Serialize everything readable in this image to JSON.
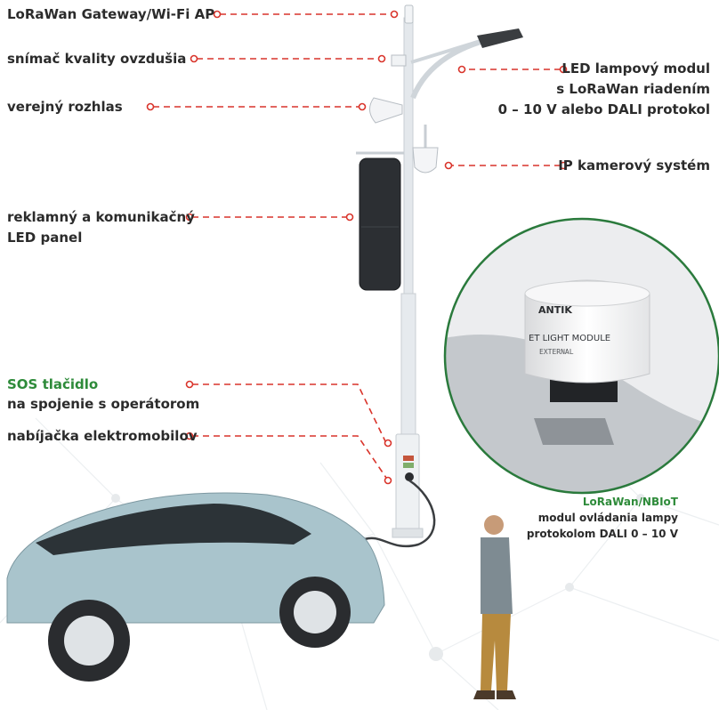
{
  "labels": {
    "gateway": "LoRaWan Gateway/Wi-Fi AP",
    "air_sensor": "snímač kvality ovzdušia",
    "led_module_1": "LED lampový modul",
    "led_module_2": "s LoRaWan riadením",
    "led_module_3": "0 – 10 V alebo DALI protokol",
    "speaker": "verejný rozhlas",
    "camera": "IP kamerový systém",
    "panel_1": "reklamný a komunikačný",
    "panel_2": "LED panel",
    "sos_1": "SOS tlačidlo",
    "sos_2": "na spojenie s operátorom",
    "charger": "nabíjačka elektromobilov",
    "module_caption_1": "LoRaWan/NBIoT",
    "module_caption_2": "modul ovládania lampy",
    "module_caption_3": "protokolom DALI 0 – 10 V"
  },
  "detail": {
    "brand": "ANTIK",
    "module_text_1": "ET LIGHT MODULE",
    "module_text_2": "EXTERNAL"
  },
  "colors": {
    "leader_line": "#d9342b",
    "accent_green": "#2e8b3a",
    "circle_border": "#2a7a3c",
    "pole": "#e6eaee",
    "car_body": "#a9c4cc"
  }
}
